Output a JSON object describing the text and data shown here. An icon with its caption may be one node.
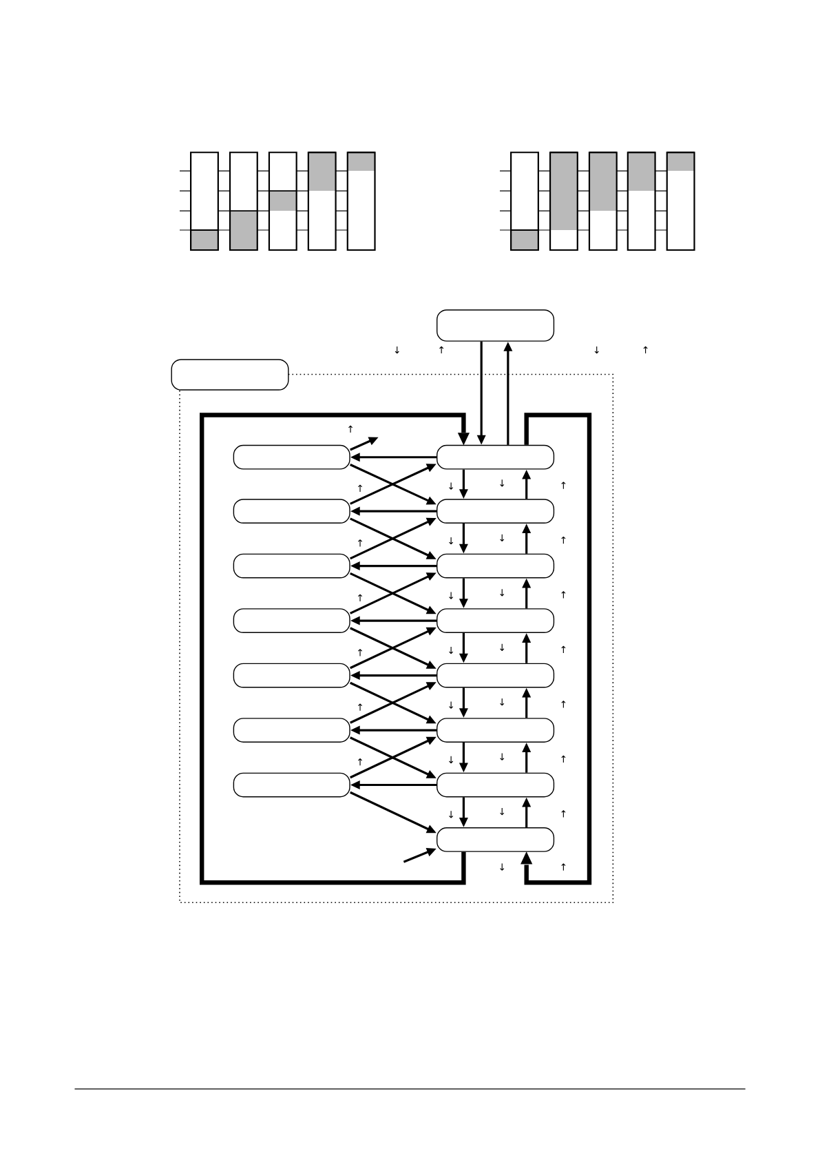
{
  "diagram": {
    "nodes": [
      {
        "text": [],
        "shape": "box"
      },
      {
        "text": [],
        "shape": "box"
      },
      {
        "text": [],
        "shape": "box"
      },
      {
        "text": [],
        "shape": "box"
      },
      {
        "text": [],
        "shape": "box"
      },
      {
        "text": [],
        "shape": "box"
      },
      {
        "text": [],
        "shape": "box"
      },
      {
        "text": [],
        "shape": "box"
      },
      {
        "text": [],
        "shape": "box"
      },
      {
        "text": [],
        "shape": "box"
      },
      {
        "text": [],
        "shape": "box"
      },
      {
        "text": [],
        "shape": "box"
      },
      {
        "text": [],
        "shape": "box"
      },
      {
        "text": [],
        "shape": "box"
      },
      {
        "text": [],
        "shape": "box"
      },
      {
        "text": [],
        "shape": "box"
      },
      {
        "text": [],
        "shape": "box"
      }
    ],
    "edges": [
      {
        "from": 0,
        "to": 3,
        "arrow": "to"
      },
      {
        "from": 3,
        "to": 0,
        "arrow": "to"
      },
      {
        "from": 3,
        "to": 2,
        "arrow": "to"
      },
      {
        "from": 2,
        "to": null,
        "arrow": "to",
        "label": "↑"
      },
      {
        "from": 2,
        "to": 5,
        "arrow": "to"
      },
      {
        "from": 5,
        "to": 4,
        "arrow": "to"
      },
      {
        "from": 4,
        "to": 3,
        "arrow": "to"
      },
      {
        "from": 4,
        "to": 7,
        "arrow": "to"
      },
      {
        "from": 7,
        "to": 6,
        "arrow": "to"
      },
      {
        "from": 6,
        "to": 5,
        "arrow": "to"
      },
      {
        "from": 6,
        "to": 9,
        "arrow": "to"
      },
      {
        "from": 9,
        "to": 8,
        "arrow": "to"
      },
      {
        "from": 8,
        "to": 7,
        "arrow": "to"
      },
      {
        "from": 8,
        "to": 11,
        "arrow": "to"
      },
      {
        "from": 11,
        "to": 10,
        "arrow": "to"
      },
      {
        "from": 10,
        "to": 9,
        "arrow": "to"
      },
      {
        "from": 10,
        "to": 13,
        "arrow": "to"
      },
      {
        "from": 13,
        "to": 12,
        "arrow": "to"
      },
      {
        "from": 12,
        "to": 11,
        "arrow": "to"
      },
      {
        "from": 12,
        "to": 15,
        "arrow": "to"
      },
      {
        "from": 15,
        "to": 14,
        "arrow": "to"
      },
      {
        "from": 14,
        "to": 13,
        "arrow": "to"
      },
      {
        "from": 14,
        "to": 16,
        "arrow": "to"
      },
      {
        "from": 3,
        "to": 5,
        "arrow": "to"
      },
      {
        "from": 5,
        "to": 3,
        "arrow": "to"
      },
      {
        "from": 5,
        "to": 7,
        "arrow": "to"
      },
      {
        "from": 7,
        "to": 5,
        "arrow": "to"
      },
      {
        "from": 7,
        "to": 9,
        "arrow": "to"
      },
      {
        "from": 9,
        "to": 7,
        "arrow": "to"
      },
      {
        "from": 9,
        "to": 11,
        "arrow": "to"
      },
      {
        "from": 11,
        "to": 9,
        "arrow": "to"
      },
      {
        "from": 11,
        "to": 13,
        "arrow": "to"
      },
      {
        "from": 13,
        "to": 11,
        "arrow": "to"
      },
      {
        "from": 13,
        "to": 15,
        "arrow": "to"
      },
      {
        "from": 15,
        "to": 13,
        "arrow": "to"
      },
      {
        "from": 15,
        "to": 16,
        "arrow": "to"
      },
      {
        "from": 16,
        "to": 15,
        "arrow": "to"
      },
      {
        "from": null,
        "to": 16,
        "arrow": "to"
      },
      {
        "from": 16,
        "to": 3,
        "arrow": "to",
        "style": "thick"
      },
      {
        "from": 3,
        "to": 16,
        "arrow": "to",
        "style": "thick"
      }
    ],
    "labels": [
      "↓",
      "↑",
      "↓",
      "↑",
      "↑",
      "↓",
      "↓",
      "↑",
      "↑",
      "↓",
      "↓",
      "↑",
      "↑",
      "↓",
      "↓",
      "↑",
      "↑",
      "↓",
      "↓",
      "↑",
      "↑",
      "↓",
      "↓",
      "↑",
      "↑",
      "↓",
      "↓",
      "↑",
      "↓",
      "↓",
      "↑",
      "↓",
      "↑"
    ]
  }
}
